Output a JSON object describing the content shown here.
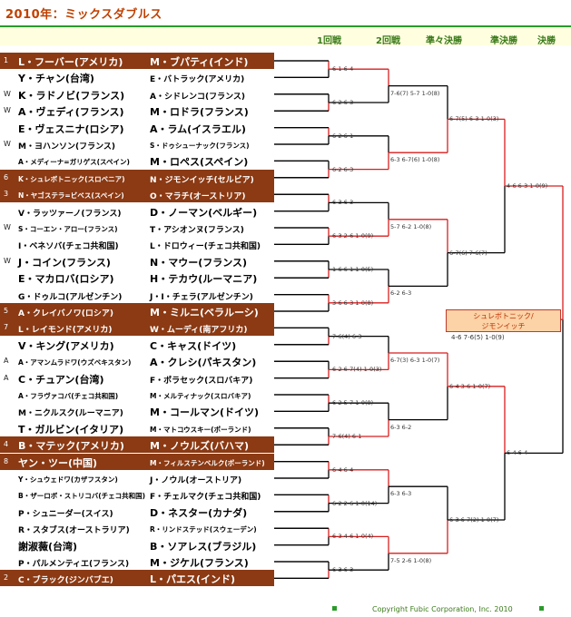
{
  "title": "2010年：ミックスダブルス",
  "rounds": [
    "1回戦",
    "2回戦",
    "準々決勝",
    "準決勝",
    "決勝"
  ],
  "players": [
    {
      "seed": "1",
      "p1": "L・フーバー(アメリカ)",
      "p2": "M・ブパティ(インド)",
      "seeded": true
    },
    {
      "seed": "",
      "p1": "Y・チャン(台湾)",
      "p2": "E・バトラック(アメリカ)",
      "seeded": false
    },
    {
      "seed": "W",
      "p1": "K・ラドノビ(フランス)",
      "p2": "A・シドレンコ(フランス)",
      "seeded": false
    },
    {
      "seed": "W",
      "p1": "A・ヴェディ(フランス)",
      "p2": "M・ロドラ(フランス)",
      "seeded": false
    },
    {
      "seed": "",
      "p1": "E・ヴェスニナ(ロシア)",
      "p2": "A・ラム(イスラエル)",
      "seeded": false
    },
    {
      "seed": "W",
      "p1": "M・ヨハンソン(フランス)",
      "p2": "S・ドゥシューナック(フランス)",
      "seeded": false
    },
    {
      "seed": "",
      "p1": "A・メディーナ=ガリゲス(スペイン)",
      "p2": "M・ロペス(スペイン)",
      "seeded": false
    },
    {
      "seed": "6",
      "p1": "K・シュレボトニック(スロベニア)",
      "p2": "N・ジモンイッチ(セルビア)",
      "seeded": true
    },
    {
      "seed": "3",
      "p1": "N・ヤゴステラ=ビベス(スペイン)",
      "p2": "O・マラチ(オーストリア)",
      "seeded": true
    },
    {
      "seed": "",
      "p1": "V・ラッツァーノ(フランス)",
      "p2": "D・ノーマン(ベルギー)",
      "seeded": false
    },
    {
      "seed": "W",
      "p1": "S・コーエン・アロー(フランス)",
      "p2": "T・アシオンヌ(フランス)",
      "seeded": false
    },
    {
      "seed": "",
      "p1": "I・ベネソバ(チェコ共和国)",
      "p2": "L・ドロウィー(チェコ共和国)",
      "seeded": false
    },
    {
      "seed": "W",
      "p1": "J・コイン(フランス)",
      "p2": "N・マウー(フランス)",
      "seeded": false
    },
    {
      "seed": "",
      "p1": "E・マカロバ(ロシア)",
      "p2": "H・テカウ(ルーマニア)",
      "seeded": false
    },
    {
      "seed": "",
      "p1": "G・ドゥルコ(アルゼンチン)",
      "p2": "J・I・チェラ(アルゼンチン)",
      "seeded": false
    },
    {
      "seed": "5",
      "p1": "A・クレイバノワ(ロシア)",
      "p2": "M・ミルニ(ベラルーシ)",
      "seeded": true
    },
    {
      "seed": "7",
      "p1": "L・レイモンド(アメリカ)",
      "p2": "W・ムーディ(南アフリカ)",
      "seeded": true
    },
    {
      "seed": "",
      "p1": "V・キング(アメリカ)",
      "p2": "C・キャス(ドイツ)",
      "seeded": false
    },
    {
      "seed": "A",
      "p1": "A・アマンムラドワ(ウズベキスタン)",
      "p2": "A・クレシ(パキスタン)",
      "seeded": false
    },
    {
      "seed": "A",
      "p1": "C・チュアン(台湾)",
      "p2": "F・ポラセック(スロバキア)",
      "seeded": false
    },
    {
      "seed": "",
      "p1": "A・フラヴァコバ(チェコ共和国)",
      "p2": "M・メルティナック(スロバキア)",
      "seeded": false
    },
    {
      "seed": "",
      "p1": "M・ニクルスク(ルーマニア)",
      "p2": "M・コールマン(ドイツ)",
      "seeded": false
    },
    {
      "seed": "",
      "p1": "T・ガルビン(イタリア)",
      "p2": "M・マトコウスキー(ポーランド)",
      "seeded": false
    },
    {
      "seed": "4",
      "p1": "B・マテック(アメリカ)",
      "p2": "M・ノウルズ(バハマ)",
      "seeded": true
    },
    {
      "seed": "8",
      "p1": "ヤン・ツー(中国)",
      "p2": "M・フィルステンベルク(ポーランド)",
      "seeded": true
    },
    {
      "seed": "",
      "p1": "Y・シュウェドワ(カザフスタン)",
      "p2": "J・ノウル(オーストリア)",
      "seeded": false
    },
    {
      "seed": "",
      "p1": "B・ザーロボ・ストリコバ(チェコ共和国)",
      "p2": "F・チェルマク(チェコ共和国)",
      "seeded": false
    },
    {
      "seed": "",
      "p1": "P・シュニーダー(スイス)",
      "p2": "D・ネスター(カナダ)",
      "seeded": false
    },
    {
      "seed": "",
      "p1": "R・スタブス(オーストラリア)",
      "p2": "R・リンドステッド(スウェーデン)",
      "seeded": false
    },
    {
      "seed": "",
      "p1": "謝淑薇(台湾)",
      "p2": "B・ソアレス(ブラジル)",
      "seeded": false
    },
    {
      "seed": "",
      "p1": "P・パルメンティエ(フランス)",
      "p2": "M・ジケル(フランス)",
      "seeded": false
    },
    {
      "seed": "2",
      "p1": "C・ブラック(ジンバブエ)",
      "p2": "L・パエス(インド)",
      "seeded": true
    }
  ],
  "r1_scores": [
    "6-1 6-4",
    "6-2 6-3",
    "6-2 6-1",
    "6-2 6-3",
    "6-3 6-3",
    "6-3 2-6 1-0(9)",
    "1-6 6-1 1-0(5)",
    "3-6 6-3 1-0(8)",
    "7-6(4) 6-3",
    "6-2 6-7(4) 1-0(3)",
    "6-2 5-7 1-0(8)",
    "7-6(4) 6-1",
    "6-4 6-4",
    "6-2 2-6 1-0(14)",
    "6-3 4-6 1-0(4)",
    "6-3 6-3"
  ],
  "r2_scores": [
    "7-6(7) 5-7 1-0(8)",
    "6-3 6-7(6) 1-0(8)",
    "5-7 6-2 1-0(8)",
    "6-2 6-3",
    "6-7(3) 6-3 1-0(7)",
    "6-3 6-2",
    "6-3 6-3",
    "7-5 2-6 1-0(8)"
  ],
  "qf_scores": [
    "6-7(5) 6-3 1-0(3)",
    "6-7(6) 7-6(7)",
    "6-4 3-6 1-0(7)",
    "6-3 6-7(2) 1-0(7)"
  ],
  "sf_scores": [
    "4-6 6-3 1-0(9)",
    "6-4 6-4"
  ],
  "final_score": "4-6 7-6(5) 1-0(9)",
  "winner": {
    "line1": "シュレボトニック/",
    "line2": "ジモンイッチ"
  },
  "copyright": "Copyright Fubic Corporation, Inc. 2010"
}
